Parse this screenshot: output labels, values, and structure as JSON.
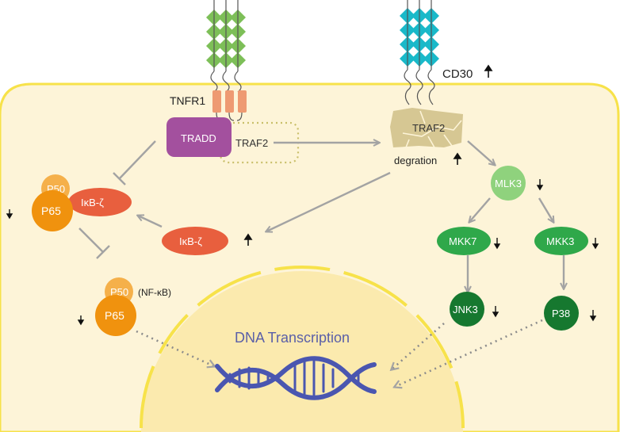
{
  "colors": {
    "cell_fill": "#fdf4d8",
    "cell_border": "#f7e24a",
    "nucleus_fill": "#fbeaae",
    "receptor_diamond_left": "#7dbf58",
    "receptor_diamond_right": "#19b9c9",
    "tnfr1_segment": "#ee9a72",
    "tradd": "#a3509e",
    "traf2_dotted": "#c9bf6a",
    "traf2_degraded": "#d6c793",
    "p50": "#f5b04a",
    "p65": "#f0920e",
    "ikb": "#e85f3e",
    "mlk3": "#8fd27d",
    "mkk": "#2fa84a",
    "jnk_p38": "#16782f",
    "arrow": "#a3a3a3",
    "dna": "#4a56b0",
    "dna_text": "#5a5fa8"
  },
  "icons": {
    "up": "up-arrow-icon",
    "down": "down-arrow-icon"
  },
  "labels": {
    "tnfr1": "TNFR1",
    "cd30": "CD30",
    "tradd": "TRADD",
    "traf2_complex": "TRAF2",
    "traf2_degraded": "TRAF2",
    "degration": "degration",
    "p50_top": "P50",
    "p65_top": "P65",
    "ikb_complex": "IκB-ζ",
    "ikb_free": "IκB-ζ",
    "p50_bottom": "P50",
    "p65_bottom": "P65",
    "nfkb": "(NF-κB)",
    "mlk3": "MLK3",
    "mkk7": "MKK7",
    "mkk3": "MKK3",
    "jnk3": "JNK3",
    "p38": "P38",
    "dna_transcription": "DNA Transcription"
  }
}
